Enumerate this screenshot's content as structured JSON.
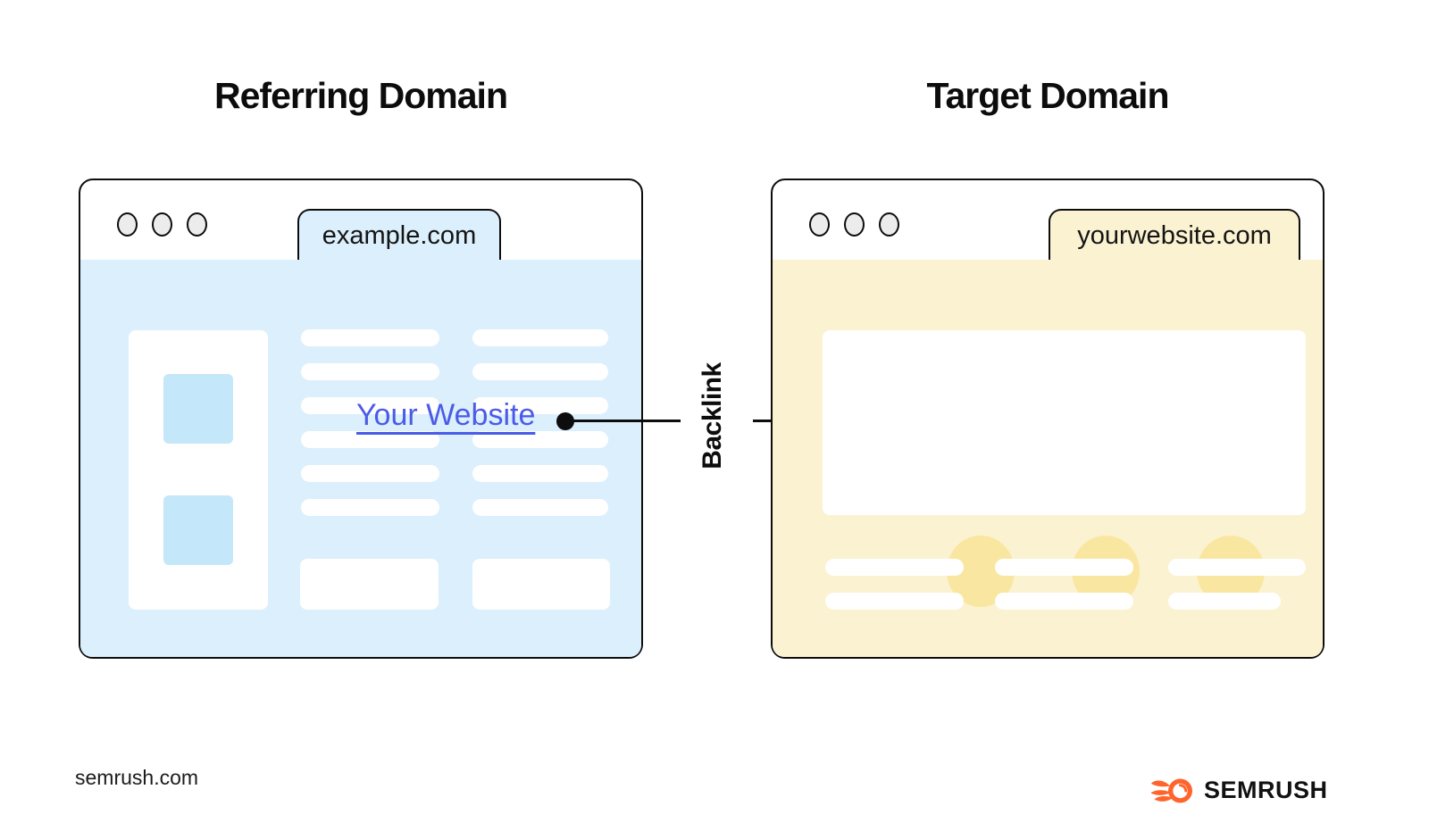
{
  "diagram": {
    "left_panel": {
      "title": "Referring Domain",
      "browser_tab": "example.com",
      "link_label": "Your Website"
    },
    "right_panel": {
      "title": "Target Domain",
      "browser_tab": "yourwebsite.com"
    },
    "arrow_label": "Backlink"
  },
  "footer": {
    "source_text": "semrush.com",
    "brand_name": "SEMRUSH"
  },
  "colors": {
    "referring_fill": "#DCEFFC",
    "referring_accent": "#C5E7FA",
    "target_fill": "#FBF2D1",
    "target_accent": "#F9E7A1",
    "link_blue": "#4A5BE8",
    "brand_orange": "#FF642D",
    "outline_black": "#0D0D0D"
  }
}
